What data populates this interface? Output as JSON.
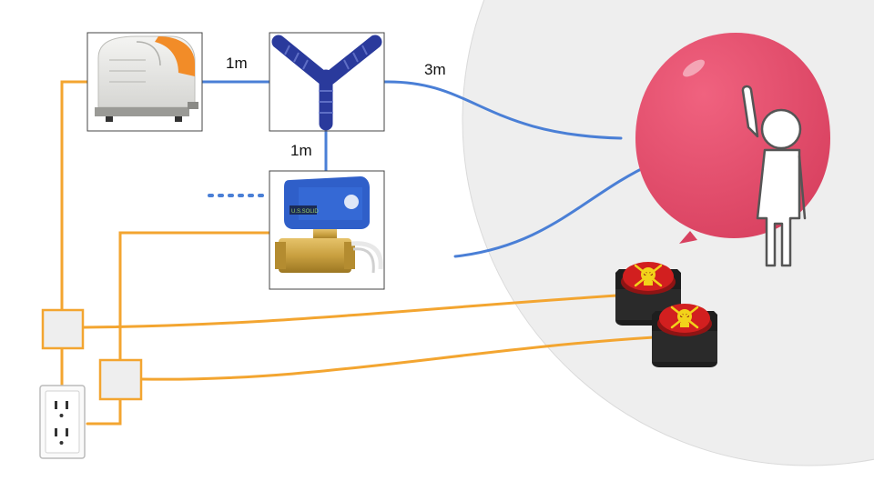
{
  "labels": {
    "pump_to_splitter": "1m",
    "splitter_to_balloon": "3m",
    "splitter_to_valve": "1m"
  },
  "colors": {
    "air_hose": "#4a7fd6",
    "power_wire": "#f3a530",
    "background_circle": "#eeeeee",
    "balloon": "#e34a6b",
    "button_top": "#d21f1f"
  },
  "components": {
    "valve_brand": "U.S.SOLID"
  },
  "icons": [
    "air-pump-image",
    "y-splitter-image",
    "ball-valve-image",
    "balloon-icon",
    "person-icon",
    "button-icon",
    "outlet-icon",
    "junction-box-icon"
  ]
}
